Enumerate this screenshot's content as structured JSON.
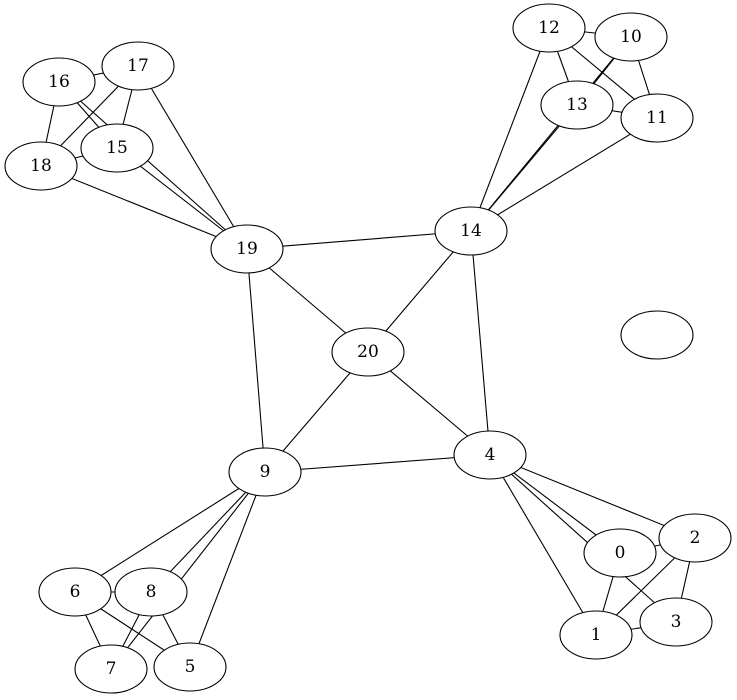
{
  "graph": {
    "nodes": [
      {
        "id": "n0",
        "label": "0"
      },
      {
        "id": "n1",
        "label": "1"
      },
      {
        "id": "n2",
        "label": "2"
      },
      {
        "id": "n3",
        "label": "3"
      },
      {
        "id": "n4",
        "label": "4"
      },
      {
        "id": "n5",
        "label": "5"
      },
      {
        "id": "n6",
        "label": "6"
      },
      {
        "id": "n7",
        "label": "7"
      },
      {
        "id": "n8",
        "label": "8"
      },
      {
        "id": "n9",
        "label": "9"
      },
      {
        "id": "n10",
        "label": "10"
      },
      {
        "id": "n11",
        "label": "11"
      },
      {
        "id": "n12",
        "label": "12"
      },
      {
        "id": "n13",
        "label": "13"
      },
      {
        "id": "n14",
        "label": "14"
      },
      {
        "id": "n15",
        "label": "15"
      },
      {
        "id": "n16",
        "label": "16"
      },
      {
        "id": "n17",
        "label": "17"
      },
      {
        "id": "n18",
        "label": "18"
      },
      {
        "id": "n19",
        "label": "19"
      },
      {
        "id": "n20",
        "label": "20"
      },
      {
        "id": "blank",
        "label": ""
      }
    ],
    "edges": [
      [
        "n0",
        "n1"
      ],
      [
        "n0",
        "n2"
      ],
      [
        "n0",
        "n4"
      ],
      [
        "n1",
        "n2"
      ],
      [
        "n1",
        "n3"
      ],
      [
        "n1",
        "n4"
      ],
      [
        "n2",
        "n3"
      ],
      [
        "n2",
        "n4"
      ],
      [
        "n3",
        "n4"
      ],
      [
        "n4",
        "n9"
      ],
      [
        "n4",
        "n14"
      ],
      [
        "n4",
        "n20"
      ],
      [
        "n5",
        "n6"
      ],
      [
        "n5",
        "n8"
      ],
      [
        "n5",
        "n9"
      ],
      [
        "n6",
        "n7"
      ],
      [
        "n6",
        "n8"
      ],
      [
        "n6",
        "n9"
      ],
      [
        "n7",
        "n8"
      ],
      [
        "n7",
        "n9"
      ],
      [
        "n8",
        "n9"
      ],
      [
        "n9",
        "n19"
      ],
      [
        "n9",
        "n20"
      ],
      [
        "n10",
        "n11"
      ],
      [
        "n10",
        "n12"
      ],
      [
        "n10",
        "n13"
      ],
      [
        "n10",
        "n14"
      ],
      [
        "n11",
        "n12"
      ],
      [
        "n11",
        "n13"
      ],
      [
        "n11",
        "n14"
      ],
      [
        "n12",
        "n13"
      ],
      [
        "n12",
        "n14"
      ],
      [
        "n13",
        "n14"
      ],
      [
        "n14",
        "n19"
      ],
      [
        "n14",
        "n20"
      ],
      [
        "n15",
        "n16"
      ],
      [
        "n15",
        "n17"
      ],
      [
        "n15",
        "n18"
      ],
      [
        "n15",
        "n19"
      ],
      [
        "n16",
        "n17"
      ],
      [
        "n16",
        "n18"
      ],
      [
        "n16",
        "n19"
      ],
      [
        "n17",
        "n18"
      ],
      [
        "n17",
        "n19"
      ],
      [
        "n18",
        "n19"
      ],
      [
        "n19",
        "n20"
      ]
    ]
  }
}
